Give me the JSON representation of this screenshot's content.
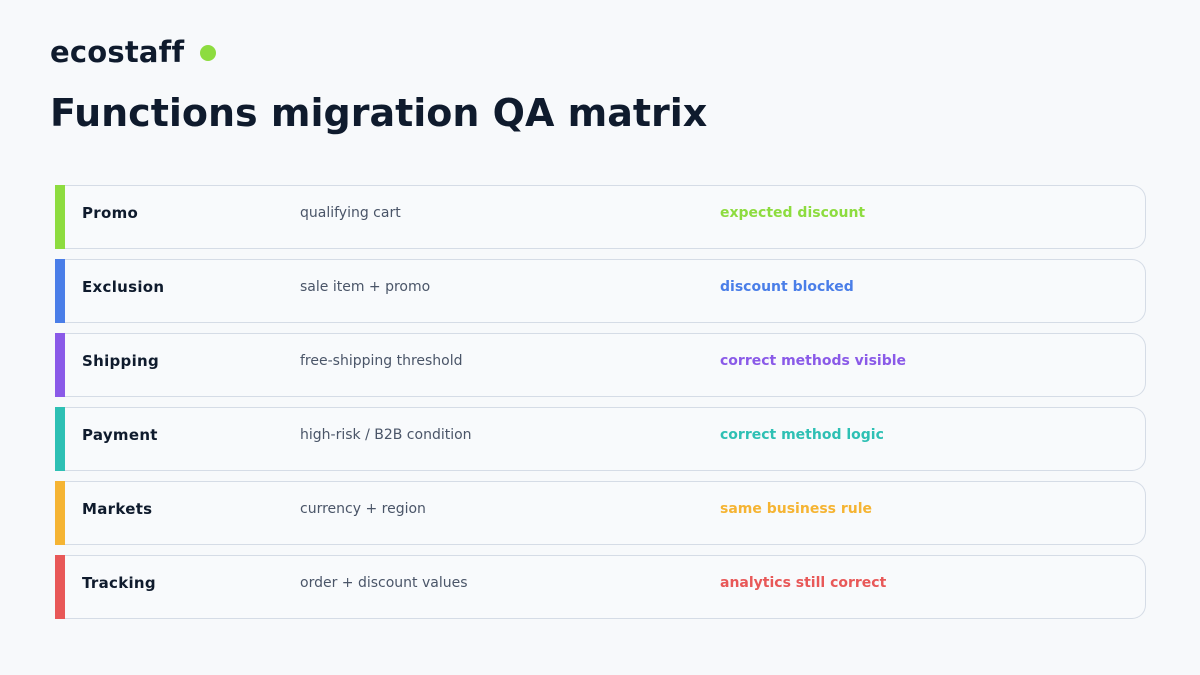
{
  "brand": {
    "name": "ecostaff",
    "dot_color": "#8ddc3f"
  },
  "page": {
    "title": "Functions migration QA matrix"
  },
  "rows": [
    {
      "name": "Promo",
      "condition": "qualifying cart",
      "expected": "expected discount",
      "color": "#8ddc3f"
    },
    {
      "name": "Exclusion",
      "condition": "sale item + promo",
      "expected": "discount blocked",
      "color": "#4a7ee8"
    },
    {
      "name": "Shipping",
      "condition": "free-shipping threshold",
      "expected": "correct methods visible",
      "color": "#8a5ae8"
    },
    {
      "name": "Payment",
      "condition": "high-risk / B2B condition",
      "expected": "correct method logic",
      "color": "#2ec0b4"
    },
    {
      "name": "Markets",
      "condition": "currency + region",
      "expected": "same business rule",
      "color": "#f5b433"
    },
    {
      "name": "Tracking",
      "condition": "order + discount values",
      "expected": "analytics still correct",
      "color": "#e85858"
    }
  ]
}
